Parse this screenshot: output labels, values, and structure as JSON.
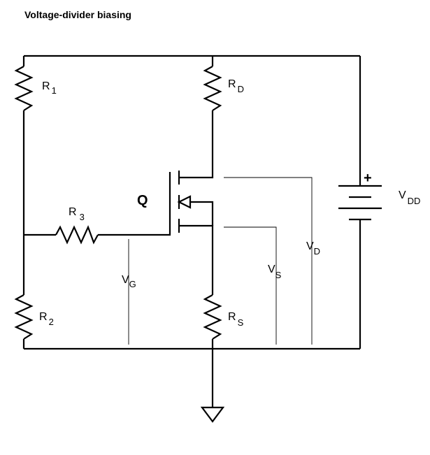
{
  "title": "Voltage-divider biasing",
  "components": {
    "r1": {
      "letter": "R",
      "sub": "1"
    },
    "r2": {
      "letter": "R",
      "sub": "2"
    },
    "r3": {
      "letter": "R",
      "sub": "3"
    },
    "rd": {
      "letter": "R",
      "sub": "D"
    },
    "rs": {
      "letter": "R",
      "sub": "S"
    },
    "transistor": {
      "label": "Q"
    },
    "supply": {
      "letter": "V",
      "sub": "DD",
      "polarity": "+"
    }
  },
  "voltages": {
    "vg": {
      "letter": "V",
      "sub": "G"
    },
    "vs": {
      "letter": "V",
      "sub": "S"
    },
    "vd": {
      "letter": "V",
      "sub": "D"
    }
  }
}
